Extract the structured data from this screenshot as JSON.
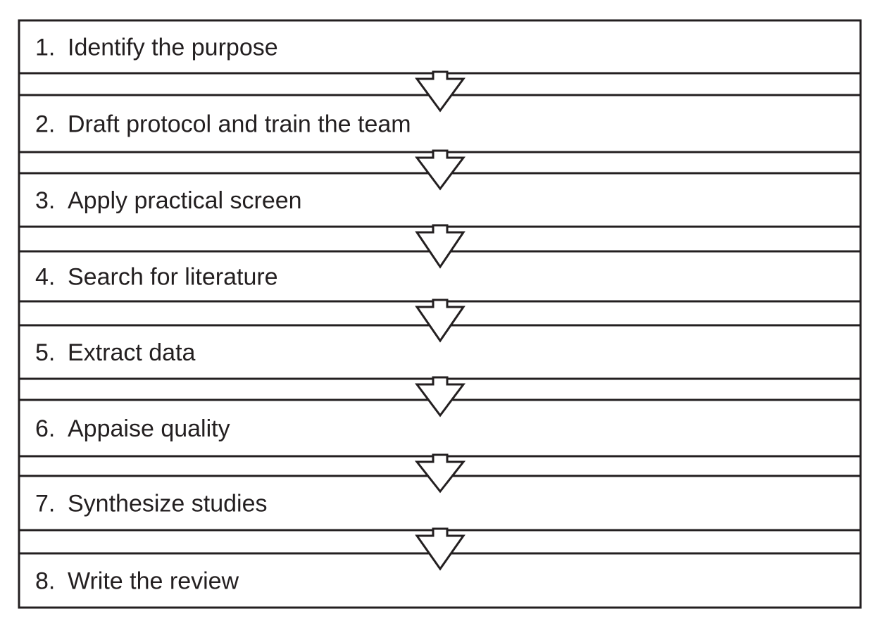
{
  "diagram": {
    "steps": [
      {
        "number": "1.",
        "label": "Identify the purpose"
      },
      {
        "number": "2.",
        "label": "Draft protocol and train the team"
      },
      {
        "number": "3.",
        "label": "Apply practical screen"
      },
      {
        "number": "4.",
        "label": "Search for literature"
      },
      {
        "number": "5.",
        "label": "Extract data"
      },
      {
        "number": "6.",
        "label": "Appaise quality"
      },
      {
        "number": "7.",
        "label": "Synthesize studies"
      },
      {
        "number": "8.",
        "label": "Write the review"
      }
    ],
    "connector": "down-arrow-icon",
    "colors": {
      "stroke": "#231f20",
      "text": "#231f20",
      "background": "#ffffff"
    }
  }
}
